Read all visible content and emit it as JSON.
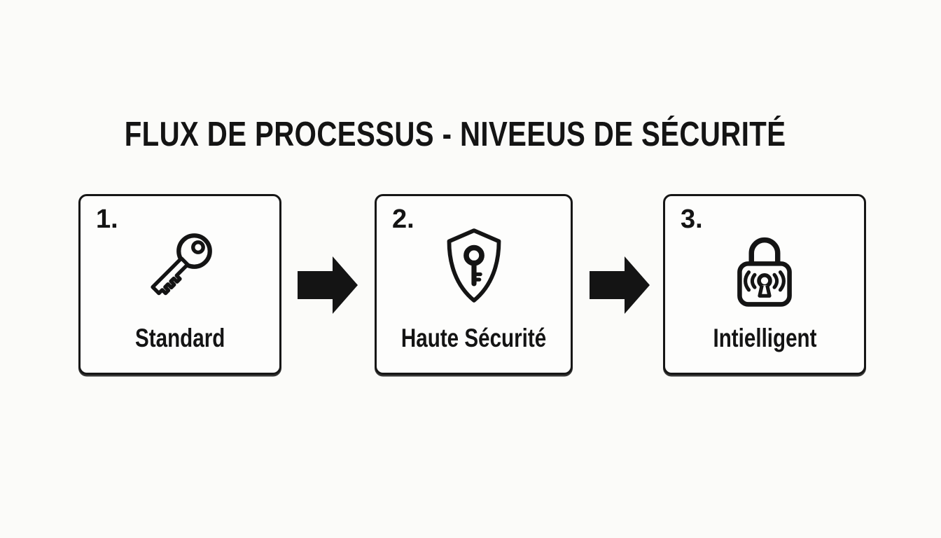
{
  "title": "FLUX DE PROCESSUS - NIVEEUS DE SÉCURITÉ",
  "colors": {
    "ink": "#141414",
    "background": "#fbfbf9",
    "box_fill": "#fdfdfc"
  },
  "steps": [
    {
      "number": "1.",
      "label": "Standard",
      "icon": "key-icon"
    },
    {
      "number": "2.",
      "label": "Haute Sécurité",
      "icon": "shield-key-icon"
    },
    {
      "number": "3.",
      "label": "Intielligent",
      "icon": "smart-lock-icon"
    }
  ],
  "connectors": [
    {
      "icon": "arrow-right-icon"
    },
    {
      "icon": "arrow-right-icon"
    }
  ]
}
